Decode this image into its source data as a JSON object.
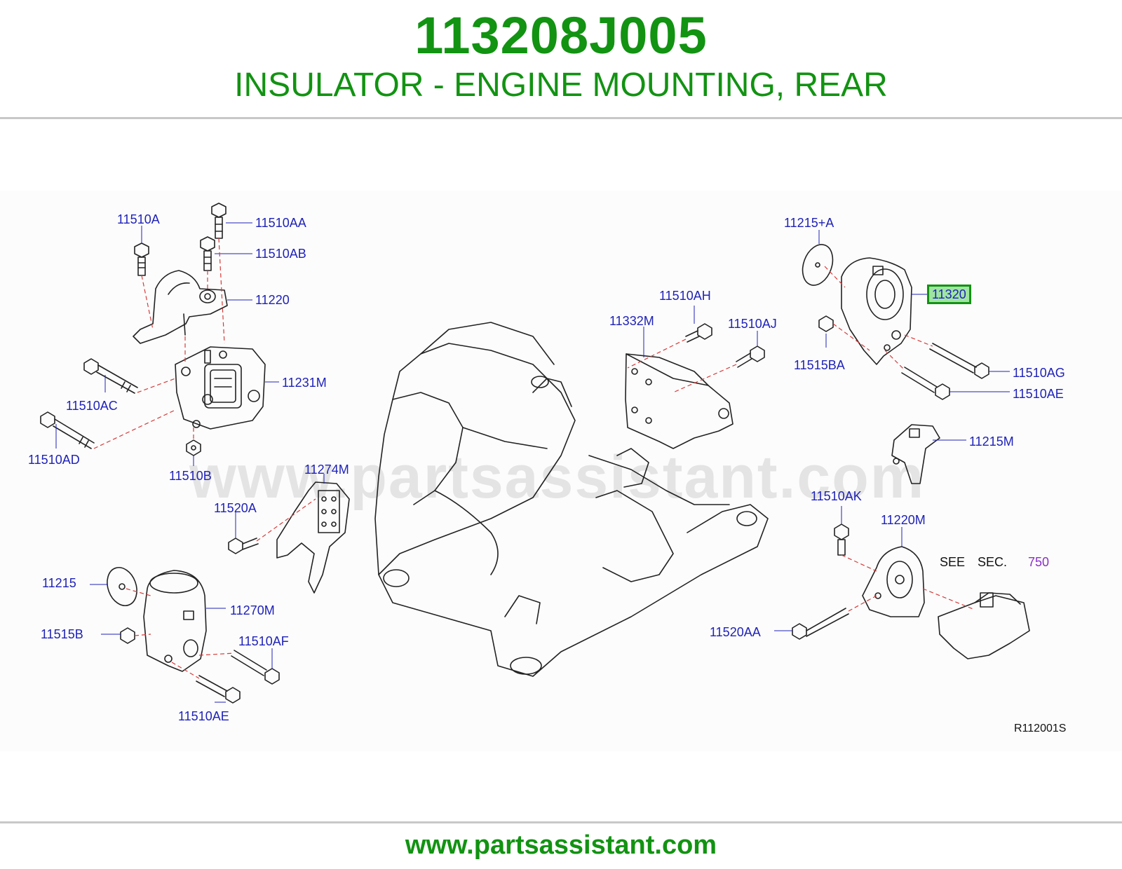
{
  "header": {
    "part_number": "113208J005",
    "part_name": "INSULATOR - ENGINE MOUNTING, REAR"
  },
  "watermark": "www.partsassistant.com",
  "footer": {
    "url": "www.partsassistant.com"
  },
  "colors": {
    "brand_green": "#129312",
    "label_blue": "#1f22b8",
    "highlight_fill": "#9fe5a2",
    "section_purple": "#8a2fc9"
  },
  "callouts": {
    "c11510A": "11510A",
    "c11510AA": "11510AA",
    "c11510AB": "11510AB",
    "c11220": "11220",
    "c11231M": "11231M",
    "c11510AC": "11510AC",
    "c11510AD": "11510AD",
    "c11510B": "11510B",
    "c11274M": "11274M",
    "c11520A": "11520A",
    "c11215": "11215",
    "c11270M": "11270M",
    "c11515B": "11515B",
    "c11510AF": "11510AF",
    "c11510AE_left": "11510AE",
    "c11510AH": "11510AH",
    "c11332M": "11332M",
    "c11510AJ": "11510AJ",
    "c11215A": "11215+A",
    "c11320": "11320",
    "c11515BA": "11515BA",
    "c11510AG": "11510AG",
    "c11510AE_right": "11510AE",
    "c11215M": "11215M",
    "c11510AK": "11510AK",
    "c11220M": "11220M",
    "c11520AA": "11520AA",
    "see": "SEE",
    "sec": "SEC.",
    "sec_number": "750",
    "ref_code": "R112001S"
  },
  "highlighted_callout": "11320"
}
